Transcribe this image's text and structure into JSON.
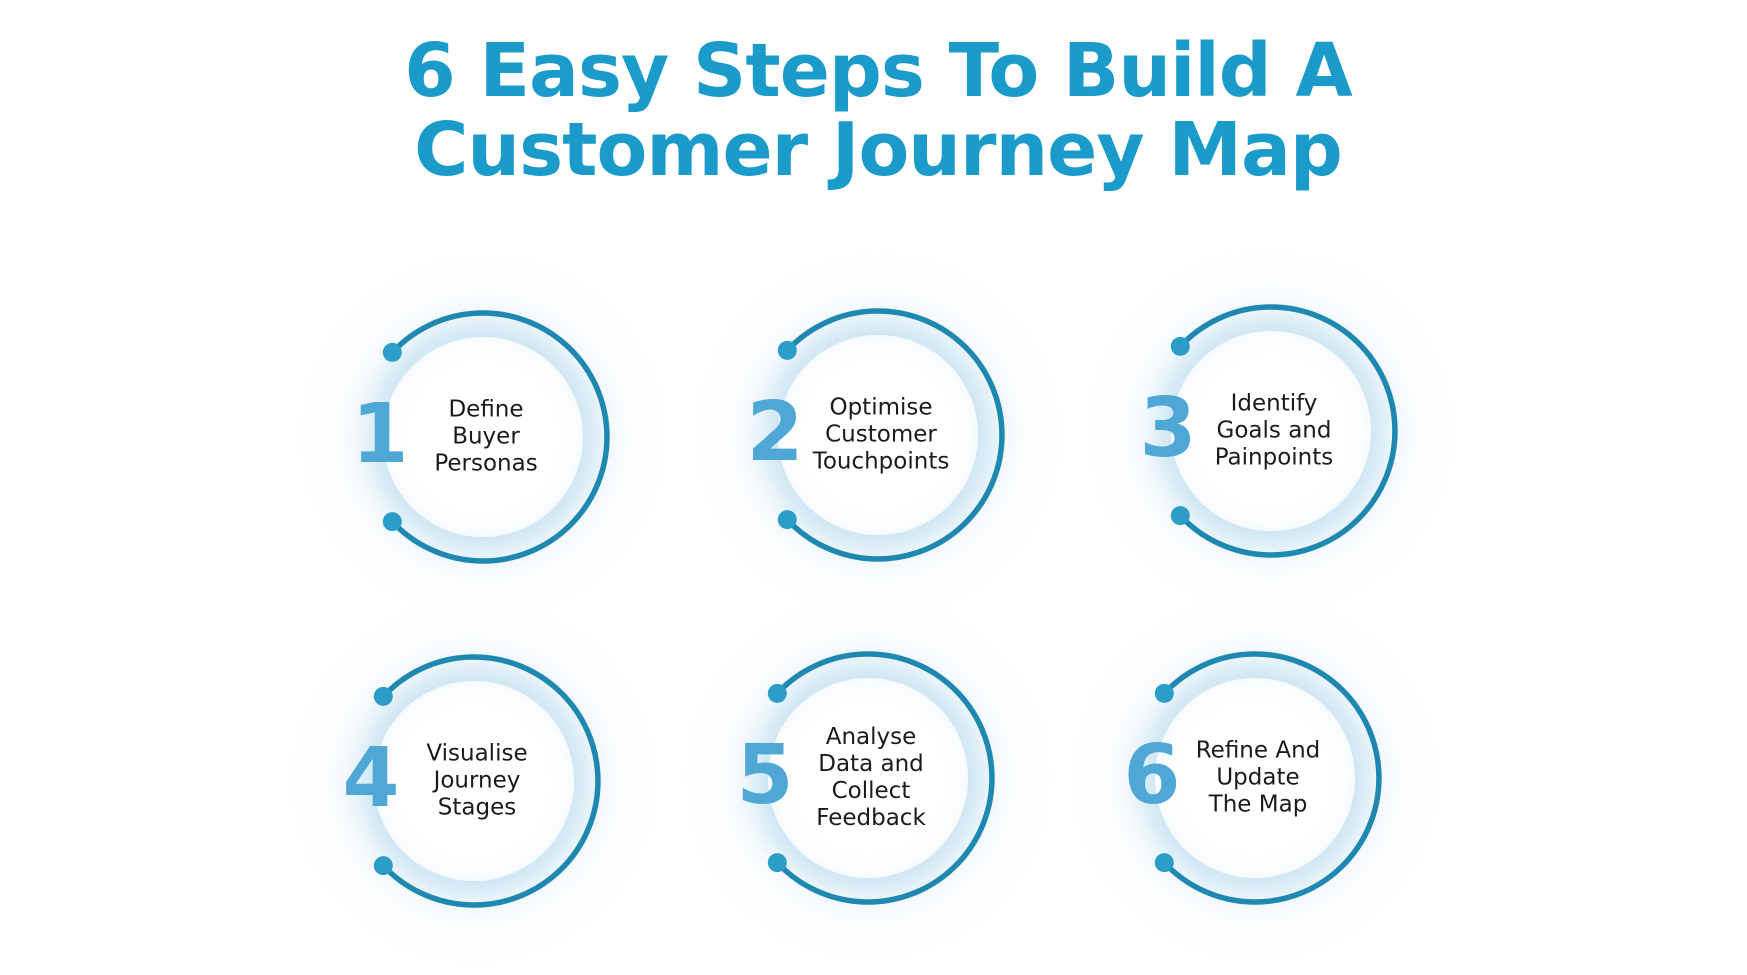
{
  "title": {
    "line1": "6 Easy Steps To Build A",
    "line2": "Customer Journey Map"
  },
  "steps": [
    {
      "number": "1",
      "label": "Define\nBuyer\nPersonas"
    },
    {
      "number": "2",
      "label": "Optimise\nCustomer\nTouchpoints"
    },
    {
      "number": "3",
      "label": "Identify\nGoals and\nPainpoints"
    },
    {
      "number": "4",
      "label": "Visualise\nJourney\nStages"
    },
    {
      "number": "5",
      "label": "Analyse\nData and\nCollect\nFeedback"
    },
    {
      "number": "6",
      "label": "Refine And\nUpdate\nThe Map"
    }
  ],
  "colors": {
    "title": "#1A9BCA",
    "step_number": "#4FA7D6",
    "arc_stroke": "#1F88B0",
    "arc_dot": "#2C9DC8",
    "label_text": "#1b1b1b",
    "halo": "#CBE4F2",
    "background": "#FFFFFF"
  }
}
